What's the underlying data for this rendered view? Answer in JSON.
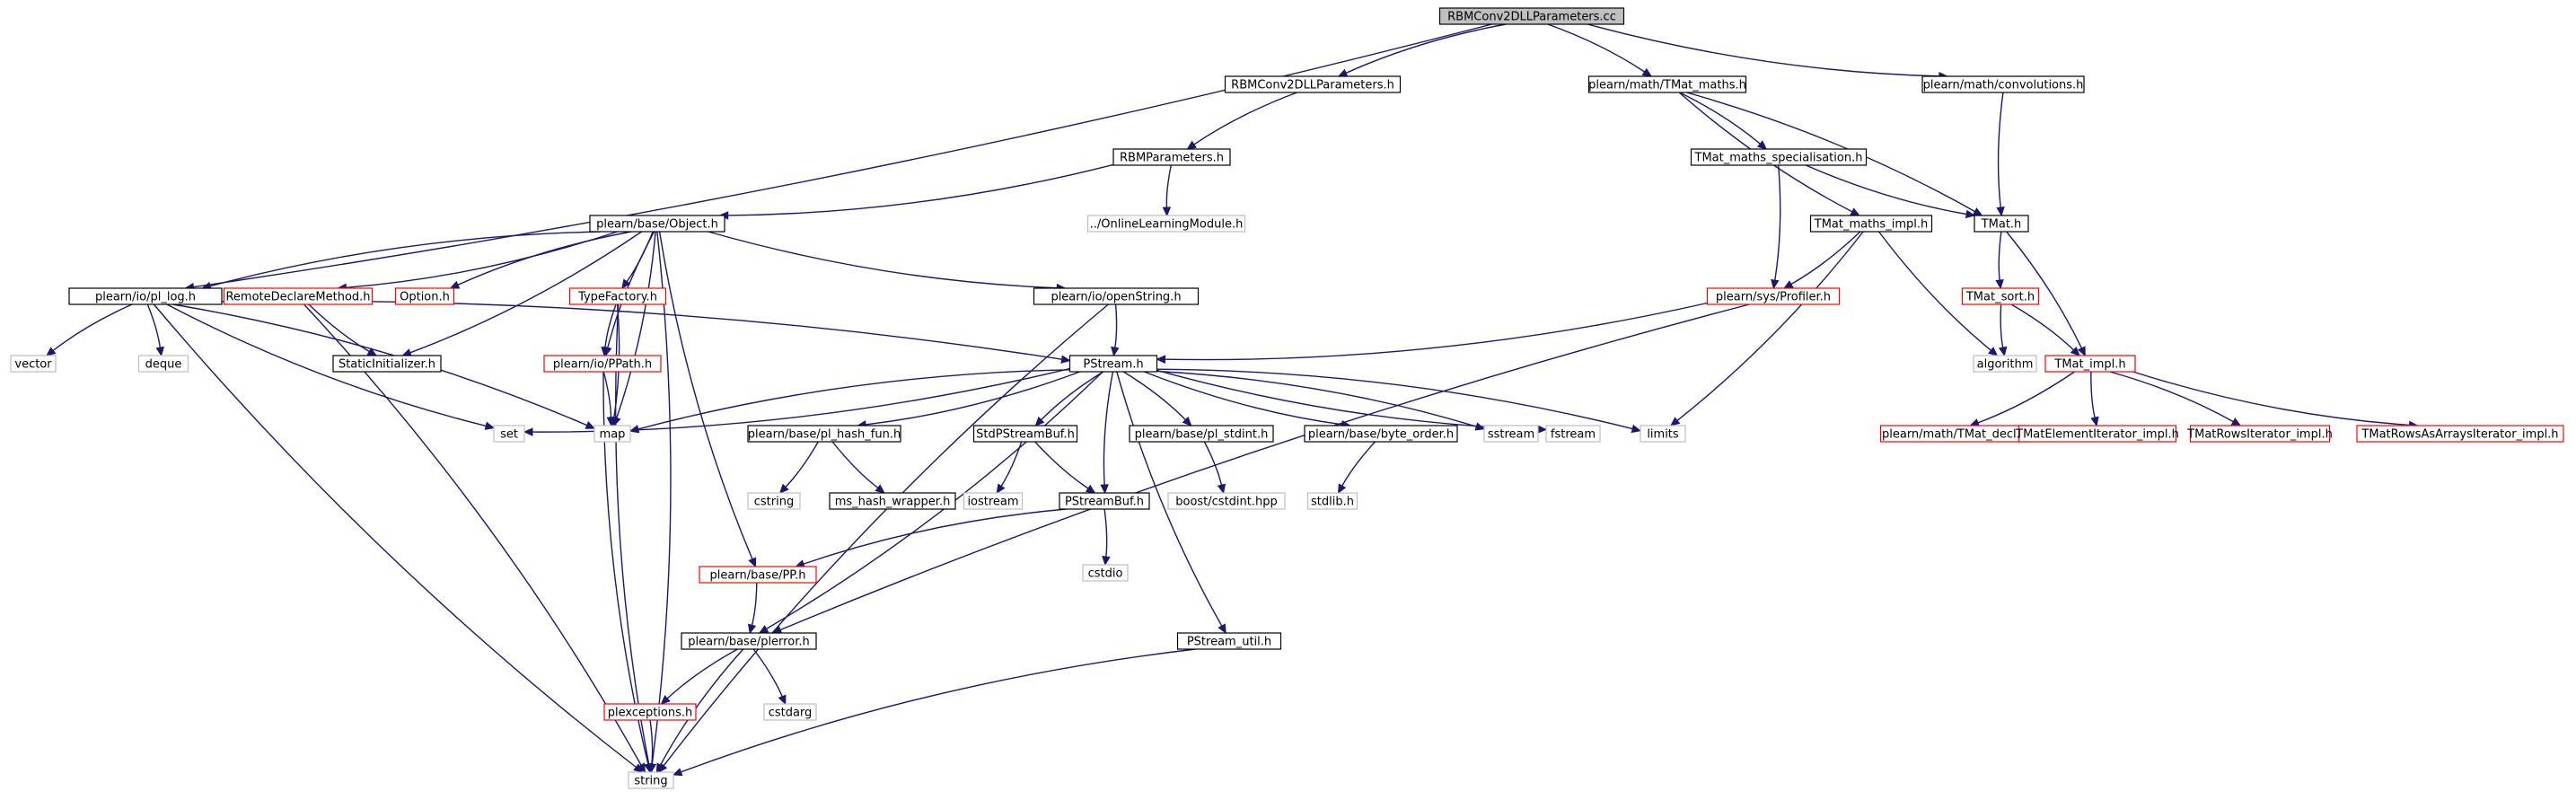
{
  "title": "RBMConv2DLLParameters.cc",
  "colors": {
    "edge": "#191970",
    "border_normal": "#000000",
    "border_truncated": "#ff0000",
    "border_missing": "#bfbfbf",
    "fill_root": "#bfbfbf",
    "fill_default": "#ffffff",
    "label": "#000000"
  },
  "nodes": [
    {
      "id": "root",
      "label": "RBMConv2DLLParameters.cc",
      "kind": "root"
    },
    {
      "id": "rbmconvh",
      "label": "RBMConv2DLLParameters.h",
      "kind": "normal"
    },
    {
      "id": "tmatmaths",
      "label": "plearn/math/TMat_maths.h",
      "kind": "normal"
    },
    {
      "id": "convolutions",
      "label": "plearn/math/convolutions.h",
      "kind": "normal"
    },
    {
      "id": "rbmparams",
      "label": "RBMParameters.h",
      "kind": "normal"
    },
    {
      "id": "tmatspec",
      "label": "TMat_maths_specialisation.h",
      "kind": "normal"
    },
    {
      "id": "object",
      "label": "plearn/base/Object.h",
      "kind": "normal"
    },
    {
      "id": "onlinelm",
      "label": "../OnlineLearningModule.h",
      "kind": "missing"
    },
    {
      "id": "tmatimpl2",
      "label": "TMat_maths_impl.h",
      "kind": "normal"
    },
    {
      "id": "tmath",
      "label": "TMat.h",
      "kind": "normal"
    },
    {
      "id": "pllog",
      "label": "plearn/io/pl_log.h",
      "kind": "normal"
    },
    {
      "id": "remotedecl",
      "label": "RemoteDeclareMethod.h",
      "kind": "truncated"
    },
    {
      "id": "option",
      "label": "Option.h",
      "kind": "truncated"
    },
    {
      "id": "typefactory",
      "label": "TypeFactory.h",
      "kind": "truncated"
    },
    {
      "id": "openstring",
      "label": "plearn/io/openString.h",
      "kind": "normal"
    },
    {
      "id": "profiler",
      "label": "plearn/sys/Profiler.h",
      "kind": "truncated"
    },
    {
      "id": "tmatsort",
      "label": "TMat_sort.h",
      "kind": "truncated"
    },
    {
      "id": "vector",
      "label": "vector",
      "kind": "missing"
    },
    {
      "id": "deque",
      "label": "deque",
      "kind": "missing"
    },
    {
      "id": "staticinit",
      "label": "StaticInitializer.h",
      "kind": "normal"
    },
    {
      "id": "ppath",
      "label": "plearn/io/PPath.h",
      "kind": "truncated"
    },
    {
      "id": "pstream",
      "label": "PStream.h",
      "kind": "normal"
    },
    {
      "id": "algorithm",
      "label": "algorithm",
      "kind": "missing"
    },
    {
      "id": "tmatimpl",
      "label": "TMat_impl.h",
      "kind": "truncated"
    },
    {
      "id": "set",
      "label": "set",
      "kind": "missing"
    },
    {
      "id": "map",
      "label": "map",
      "kind": "missing"
    },
    {
      "id": "plhash",
      "label": "plearn/base/pl_hash_fun.h",
      "kind": "normal"
    },
    {
      "id": "stdpsbuf",
      "label": "StdPStreamBuf.h",
      "kind": "normal"
    },
    {
      "id": "plstdint",
      "label": "plearn/base/pl_stdint.h",
      "kind": "normal"
    },
    {
      "id": "byteorder",
      "label": "plearn/base/byte_order.h",
      "kind": "normal"
    },
    {
      "id": "sstream",
      "label": "sstream",
      "kind": "missing"
    },
    {
      "id": "fstream",
      "label": "fstream",
      "kind": "missing"
    },
    {
      "id": "limits",
      "label": "limits",
      "kind": "missing"
    },
    {
      "id": "tmatdecl",
      "label": "plearn/math/TMat_decl.h",
      "kind": "truncated"
    },
    {
      "id": "tmatelem",
      "label": "TMatElementIterator_impl.h",
      "kind": "truncated"
    },
    {
      "id": "tmatrows",
      "label": "TMatRowsIterator_impl.h",
      "kind": "truncated"
    },
    {
      "id": "tmatrowsarr",
      "label": "TMatRowsAsArraysIterator_impl.h",
      "kind": "truncated"
    },
    {
      "id": "cstring",
      "label": "cstring",
      "kind": "missing"
    },
    {
      "id": "mshash",
      "label": "ms_hash_wrapper.h",
      "kind": "normal"
    },
    {
      "id": "iostream",
      "label": "iostream",
      "kind": "missing"
    },
    {
      "id": "boostcstdint",
      "label": "boost/cstdint.hpp",
      "kind": "missing"
    },
    {
      "id": "stdlib",
      "label": "stdlib.h",
      "kind": "missing"
    },
    {
      "id": "psbuf",
      "label": "PStreamBuf.h",
      "kind": "normal"
    },
    {
      "id": "cstdio",
      "label": "cstdio",
      "kind": "missing"
    },
    {
      "id": "pp",
      "label": "plearn/base/PP.h",
      "kind": "truncated"
    },
    {
      "id": "plerror",
      "label": "plearn/base/plerror.h",
      "kind": "normal"
    },
    {
      "id": "psutil",
      "label": "PStream_util.h",
      "kind": "normal"
    },
    {
      "id": "plexceptions",
      "label": "plexceptions.h",
      "kind": "truncated"
    },
    {
      "id": "cstdarg",
      "label": "cstdarg",
      "kind": "missing"
    },
    {
      "id": "string",
      "label": "string",
      "kind": "missing"
    }
  ],
  "edges": [
    [
      "root",
      "rbmconvh"
    ],
    [
      "root",
      "tmatmaths"
    ],
    [
      "root",
      "convolutions"
    ],
    [
      "root",
      "pllog"
    ],
    [
      "rbmconvh",
      "rbmparams"
    ],
    [
      "rbmparams",
      "object"
    ],
    [
      "rbmparams",
      "onlinelm"
    ],
    [
      "tmatmaths",
      "tmatspec"
    ],
    [
      "tmatmaths",
      "tmatimpl2"
    ],
    [
      "tmatmaths",
      "tmath"
    ],
    [
      "convolutions",
      "tmath"
    ],
    [
      "tmatspec",
      "profiler"
    ],
    [
      "tmatspec",
      "tmath"
    ],
    [
      "tmatimpl2",
      "profiler"
    ],
    [
      "tmatimpl2",
      "algorithm"
    ],
    [
      "tmatimpl2",
      "limits"
    ],
    [
      "tmath",
      "tmatsort"
    ],
    [
      "tmath",
      "tmatimpl"
    ],
    [
      "tmatsort",
      "algorithm"
    ],
    [
      "tmatsort",
      "tmatimpl"
    ],
    [
      "object",
      "pllog"
    ],
    [
      "object",
      "remotedecl"
    ],
    [
      "object",
      "option"
    ],
    [
      "object",
      "typefactory"
    ],
    [
      "object",
      "openstring"
    ],
    [
      "object",
      "staticinit"
    ],
    [
      "object",
      "ppath"
    ],
    [
      "object",
      "map"
    ],
    [
      "object",
      "pp"
    ],
    [
      "object",
      "string"
    ],
    [
      "pllog",
      "vector"
    ],
    [
      "pllog",
      "deque"
    ],
    [
      "pllog",
      "set"
    ],
    [
      "pllog",
      "map"
    ],
    [
      "pllog",
      "string"
    ],
    [
      "pllog",
      "pstream"
    ],
    [
      "remotedecl",
      "staticinit"
    ],
    [
      "remotedecl",
      "string"
    ],
    [
      "typefactory",
      "ppath"
    ],
    [
      "typefactory",
      "map"
    ],
    [
      "typefactory",
      "string"
    ],
    [
      "openstring",
      "pstream"
    ],
    [
      "openstring",
      "string"
    ],
    [
      "profiler",
      "pstream"
    ],
    [
      "profiler",
      "plerror"
    ],
    [
      "ppath",
      "map"
    ],
    [
      "ppath",
      "string"
    ],
    [
      "pstream",
      "set"
    ],
    [
      "pstream",
      "map"
    ],
    [
      "pstream",
      "plhash"
    ],
    [
      "pstream",
      "stdpsbuf"
    ],
    [
      "pstream",
      "plstdint"
    ],
    [
      "pstream",
      "byteorder"
    ],
    [
      "pstream",
      "sstream"
    ],
    [
      "pstream",
      "fstream"
    ],
    [
      "pstream",
      "limits"
    ],
    [
      "pstream",
      "psbuf"
    ],
    [
      "pstream",
      "plerror"
    ],
    [
      "pstream",
      "psutil"
    ],
    [
      "tmatimpl",
      "tmatdecl"
    ],
    [
      "tmatimpl",
      "tmatelem"
    ],
    [
      "tmatimpl",
      "tmatrows"
    ],
    [
      "tmatimpl",
      "tmatrowsarr"
    ],
    [
      "plhash",
      "cstring"
    ],
    [
      "plhash",
      "mshash"
    ],
    [
      "stdpsbuf",
      "iostream"
    ],
    [
      "stdpsbuf",
      "psbuf"
    ],
    [
      "plstdint",
      "boostcstdint"
    ],
    [
      "byteorder",
      "stdlib"
    ],
    [
      "psbuf",
      "cstdio"
    ],
    [
      "psbuf",
      "pp"
    ],
    [
      "pp",
      "plerror"
    ],
    [
      "plerror",
      "plexceptions"
    ],
    [
      "plerror",
      "cstdarg"
    ],
    [
      "plerror",
      "string"
    ],
    [
      "plexceptions",
      "string"
    ],
    [
      "psutil",
      "string"
    ]
  ]
}
